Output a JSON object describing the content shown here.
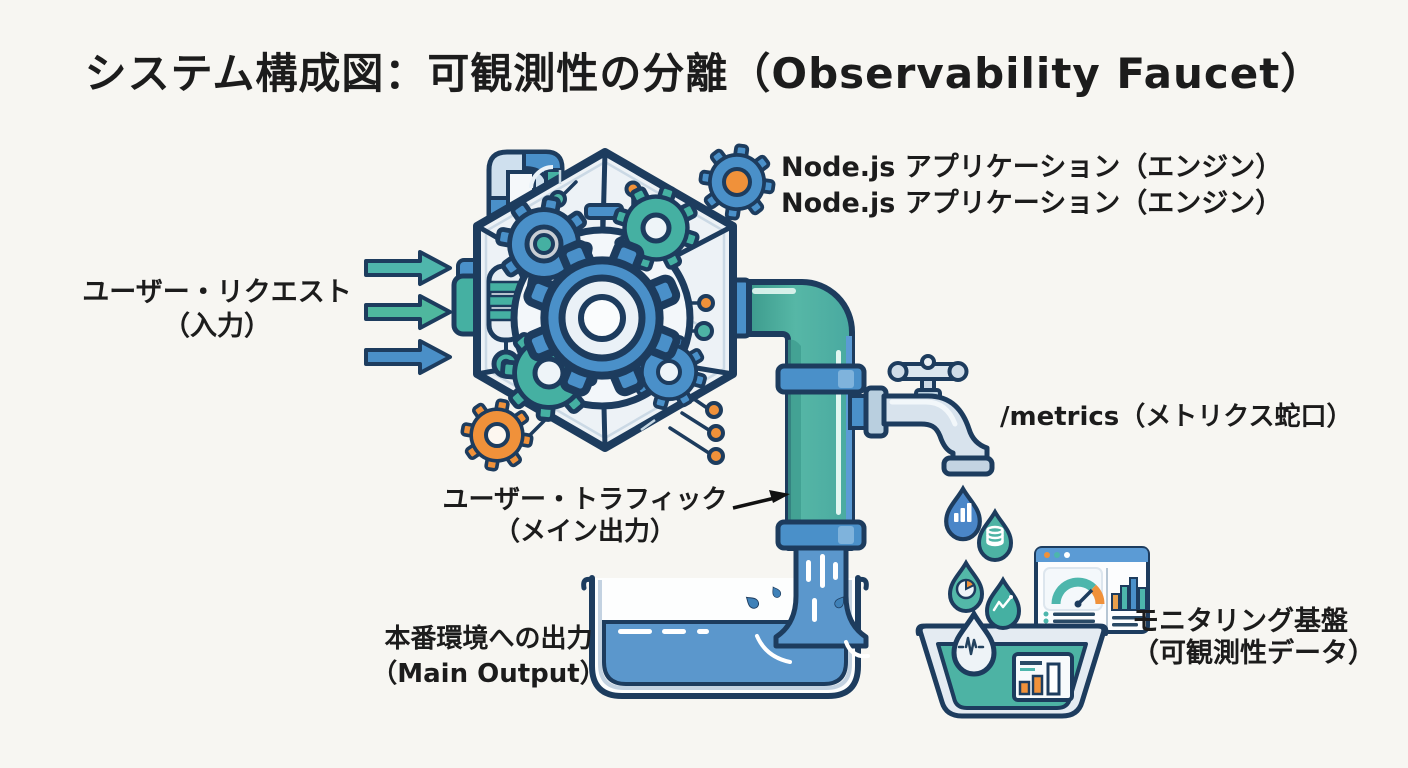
{
  "title": "システム構成図：可観測性の分離（Observability Faucet）",
  "labels": {
    "input": {
      "line1": "ユーザー・リクエスト",
      "line2": "（入力）"
    },
    "engine": {
      "line1": "Node.js アプリケーション（エンジン）",
      "line2": "Node.js アプリケーション（エンジン）"
    },
    "metrics": {
      "label": "/metrics（メトリクス蛇口）"
    },
    "traffic": {
      "line1": "ユーザー・トラフィック",
      "line2": "（メイン出力）"
    },
    "main_output": {
      "line1": "本番環境への出力",
      "line2": "（Main Output）"
    },
    "monitoring": {
      "line1": "モニタリング基盤",
      "line2": "（可観測性データ）"
    }
  },
  "icons": {
    "machine": [
      "gear-icon",
      "circuit-trace-icon",
      "coil-icon",
      "duct-icon"
    ],
    "droplets": [
      "bar-chart-icon",
      "database-icon",
      "pie-chart-icon",
      "line-graph-icon",
      "waveform-icon"
    ],
    "dashboard": [
      "browser-dots-icon",
      "gauge-icon",
      "bar-chart-icon",
      "list-lines-icon"
    ],
    "faucet": "faucet-icon",
    "input": "arrow-right-icon"
  },
  "colors": {
    "bg": "#f7f6f2",
    "ink": "#1c1c1c",
    "navy": "#1d3c5e",
    "teal": "#45b0a2",
    "teal-dark": "#3d9b8d",
    "blue": "#4a90c9",
    "orange": "#f0913a",
    "water": "#5b97cc",
    "panel-blue": "#5b9bd5",
    "light": "#dfe9f2"
  }
}
